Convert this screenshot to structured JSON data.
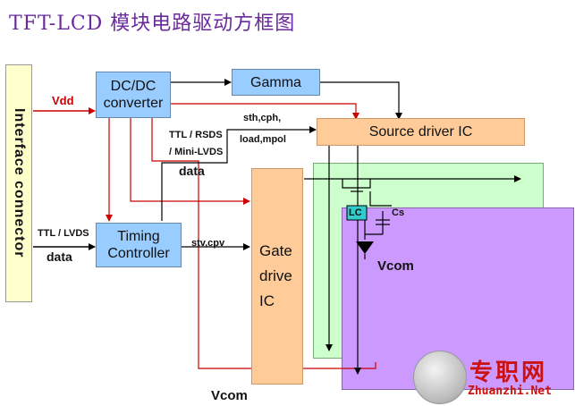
{
  "title": "TFT-LCD 模块电路驱动方框图",
  "blocks": {
    "interface": "Interface connector",
    "dcdc_line1": "DC/DC",
    "dcdc_line2": "converter",
    "gamma": "Gamma",
    "source_driver": "Source driver IC",
    "timing_line1": "Timing",
    "timing_line2": "Controller",
    "gate_line1": "Gate",
    "gate_line2": "drive",
    "gate_line3": "IC"
  },
  "labels": {
    "vdd": "Vdd",
    "ttl_lvds": "TTL / LVDS",
    "data_left": "data",
    "ttl_rsds_1": "TTL / RSDS",
    "ttl_rsds_2": "/ Mini-LVDS",
    "data_mid": "data",
    "sth": "sth,cph,",
    "load": "load,mpol",
    "stv": "stv,cpv",
    "lc": "LC",
    "cs": "Cs",
    "vcom_panel": "Vcom",
    "vcom_bottom": "Vcom"
  },
  "watermark": {
    "brand": "专职网",
    "url": "Zhuanzhi.Net"
  },
  "colors": {
    "title": "#6a2a9c",
    "block_blue": "#99ccff",
    "block_orange": "#ffcc99",
    "interface_yellow": "#ffffcc",
    "panel_green": "#ccffcc",
    "panel_purple": "#cc99ff",
    "power_line": "#cc0000",
    "signal_line": "#000000",
    "lc_cyan": "#33cccc"
  }
}
